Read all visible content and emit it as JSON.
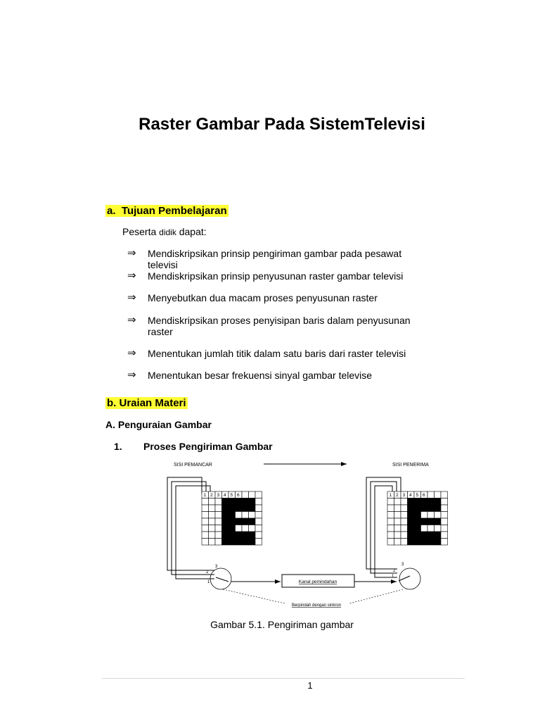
{
  "title": "Raster Gambar Pada SistemTelevisi",
  "section_a": {
    "letter": "a.",
    "heading": "Tujuan Pembelajaran"
  },
  "intro": {
    "before": "Peserta ",
    "word": "didik",
    "after": " dapat:"
  },
  "objectives": [
    {
      "arrow": "⇒",
      "text": "Mendiskripsikan prinsip pengiriman gambar pada pesawat televisi"
    },
    {
      "arrow": "⇒",
      "text": "Mendiskripsikan prinsip penyusunan raster gambar televisi"
    },
    {
      "arrow": "⇒",
      "text": "Menyebutkan dua macam proses penyusunan raster"
    },
    {
      "arrow": "⇒",
      "text": "Mendiskripsikan proses penyisipan baris dalam penyusunan raster"
    },
    {
      "arrow": "⇒",
      "text": "Menentukan jumlah titik dalam satu baris dari raster televisi"
    },
    {
      "arrow": "⇒",
      "text": "Menentukan besar frekuensi sinyal gambar televise"
    }
  ],
  "section_b": {
    "letter": "b.",
    "heading": "Uraian Materi"
  },
  "subheading_A": "A.  Penguraian Gambar",
  "subheading_1": {
    "num": "1.",
    "text": "Proses Pengiriman Gambar"
  },
  "figure": {
    "sender_label": "SISI PEMANCAR",
    "receiver_label": "SISI PENERIMA",
    "grid_numbers": [
      "1",
      "2",
      "3",
      "4",
      "5",
      "6"
    ],
    "switch_numbers": [
      "3",
      "2",
      "1"
    ],
    "channel_label": "Kanal pemindahan",
    "sync_label": "Berpindah dengan sinkron",
    "caption": "Gambar 5.1. Pengiriman gambar"
  },
  "page_number": "1"
}
